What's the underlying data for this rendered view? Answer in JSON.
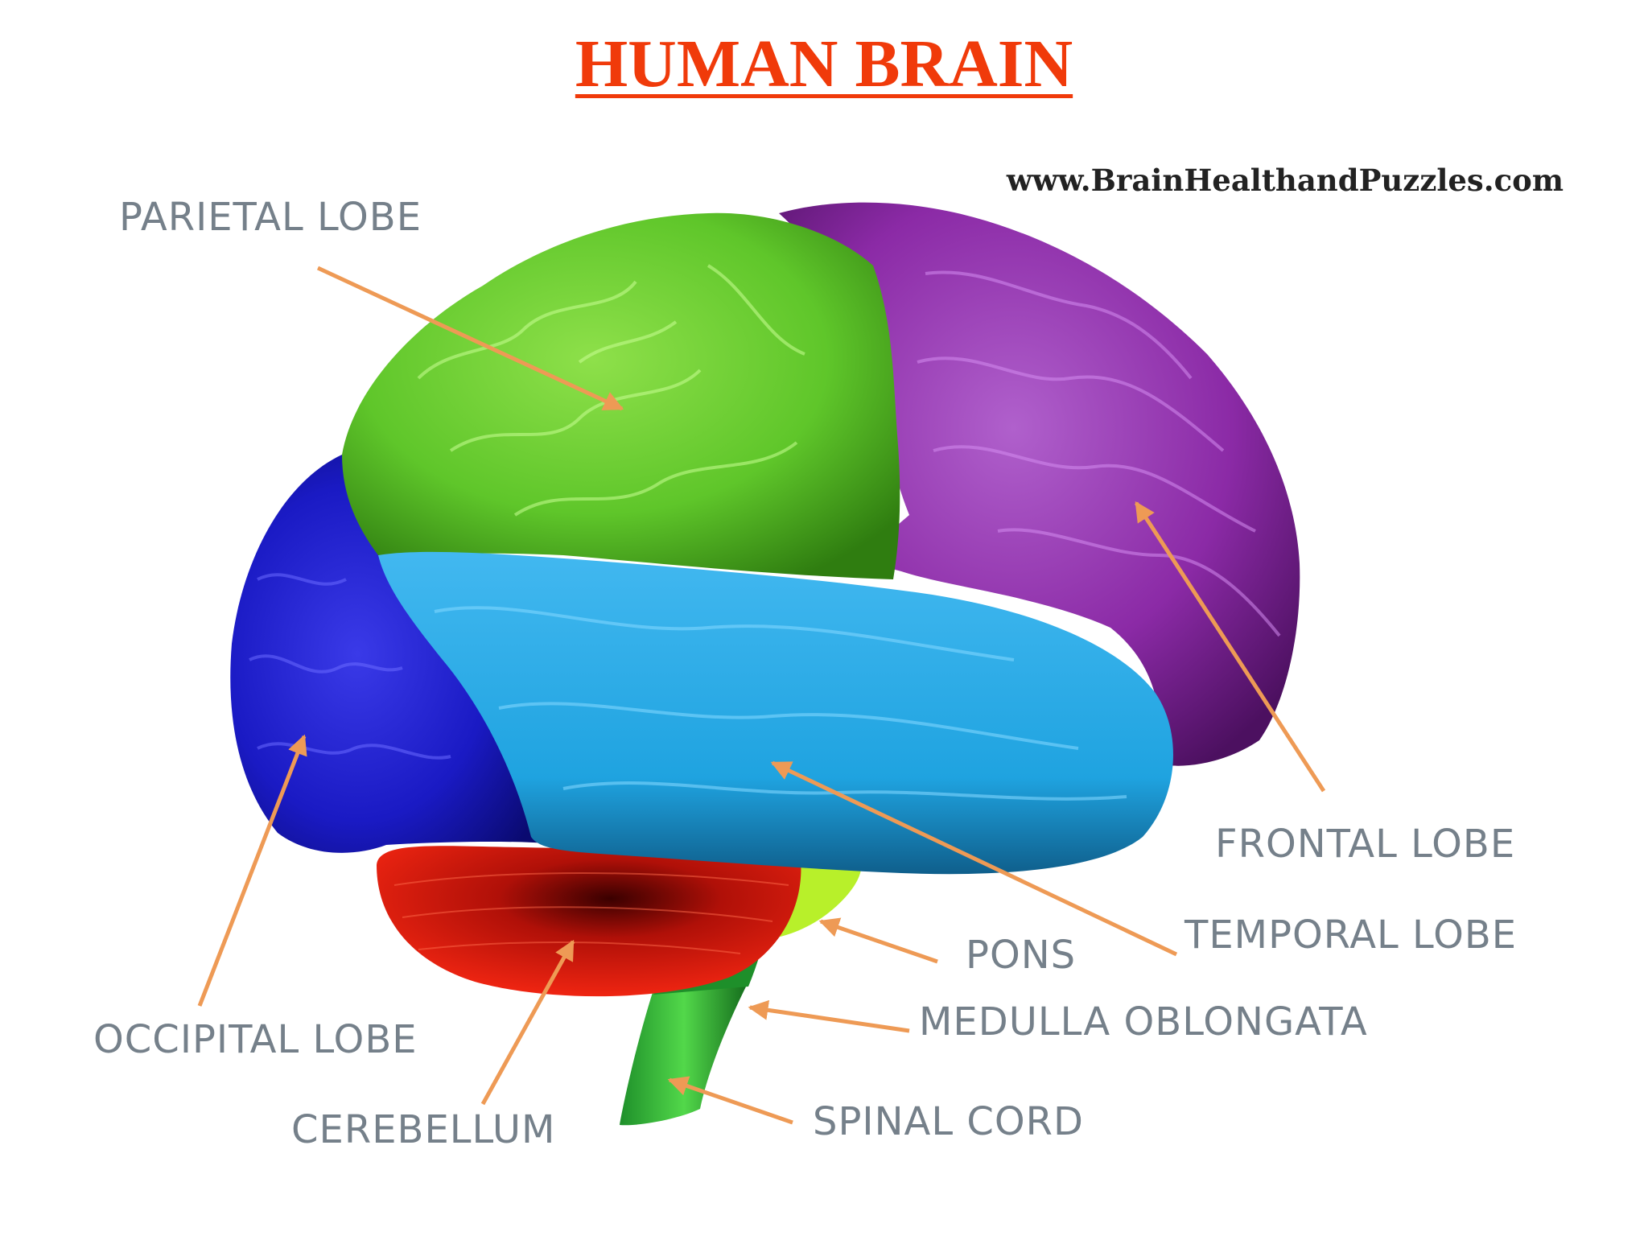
{
  "title": "HUMAN BRAIN",
  "watermark": "www.BrainHealthandPuzzles.com",
  "labels": {
    "parietal": "PARIETAL LOBE",
    "frontal": "FRONTAL LOBE",
    "temporal": "TEMPORAL LOBE",
    "occipital": "OCCIPITAL LOBE",
    "cerebellum": "CEREBELLUM",
    "pons": "PONS",
    "medulla": "MEDULLA OBLONGATA",
    "spinal": "SPINAL CORD"
  },
  "colors": {
    "title": "#f03a0a",
    "label_text": "#75808a",
    "arrow": "#ee9a55",
    "parietal": "#5fc62a",
    "frontal": "#8b2aa6",
    "temporal": "#1fa3e0",
    "occipital": "#1a1ac4",
    "cerebellum": "#d8170f",
    "pons": "#b8f02a",
    "medulla": "#1e8f2a",
    "spinal": "#29b22f"
  }
}
